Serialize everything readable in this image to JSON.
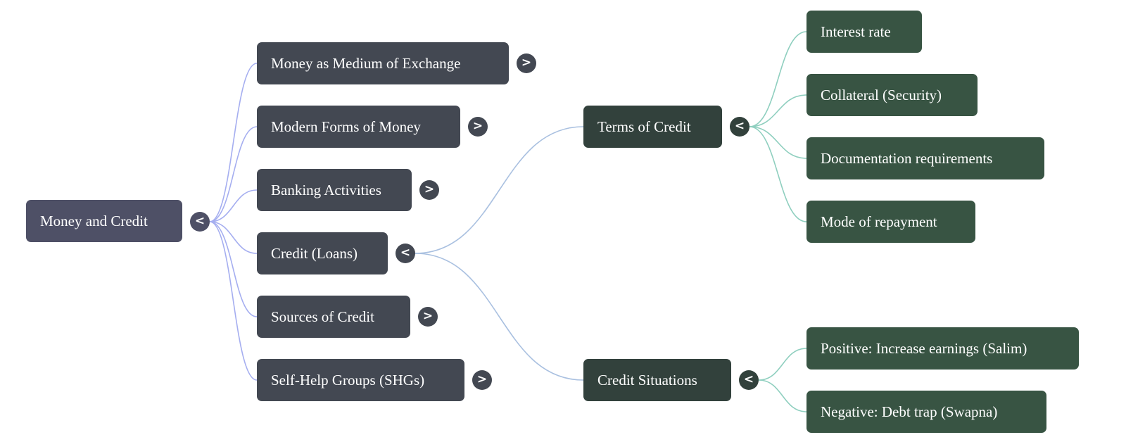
{
  "colors": {
    "root_node": "#4e5066",
    "level1_node": "#434852",
    "level2_node": "#32413c",
    "level3_node": "#385443",
    "edge_root": "#a5aef0",
    "edge_credit": "#a9c0e0",
    "edge_leaf": "#8fcfbf"
  },
  "root": {
    "label": "Money and Credit",
    "toggle": "<"
  },
  "branches": [
    {
      "label": "Money as Medium of Exchange",
      "toggle": ">"
    },
    {
      "label": "Modern Forms of Money",
      "toggle": ">"
    },
    {
      "label": "Banking Activities",
      "toggle": ">"
    },
    {
      "label": "Credit (Loans)",
      "toggle": "<"
    },
    {
      "label": "Sources of Credit",
      "toggle": ">"
    },
    {
      "label": "Self-Help Groups (SHGs)",
      "toggle": ">"
    }
  ],
  "credit_children": [
    {
      "label": "Terms of Credit",
      "toggle": "<",
      "children": [
        "Interest rate",
        "Collateral (Security)",
        "Documentation requirements",
        "Mode of repayment"
      ]
    },
    {
      "label": "Credit Situations",
      "toggle": "<",
      "children": [
        "Positive: Increase earnings (Salim)",
        "Negative: Debt trap (Swapna)"
      ]
    }
  ]
}
